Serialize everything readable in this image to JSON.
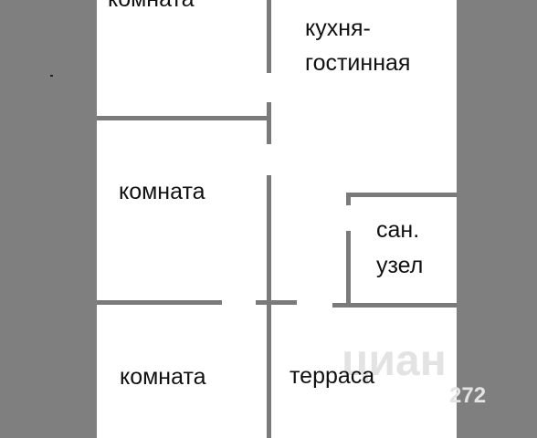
{
  "rooms": {
    "top_left": "комната",
    "kitchen_line1": "кухня-",
    "kitchen_line2": "гостинная",
    "middle_left": "комната",
    "bathroom_line1": "сан.",
    "bathroom_line2": "узел",
    "bottom_left": "комната",
    "terrace": "терраса"
  },
  "watermark": {
    "brand": "циан",
    "number": "272"
  },
  "colors": {
    "background": "#7f7f7f",
    "floor": "#ffffff",
    "wall": "#7a7a7a",
    "text": "#111111"
  }
}
